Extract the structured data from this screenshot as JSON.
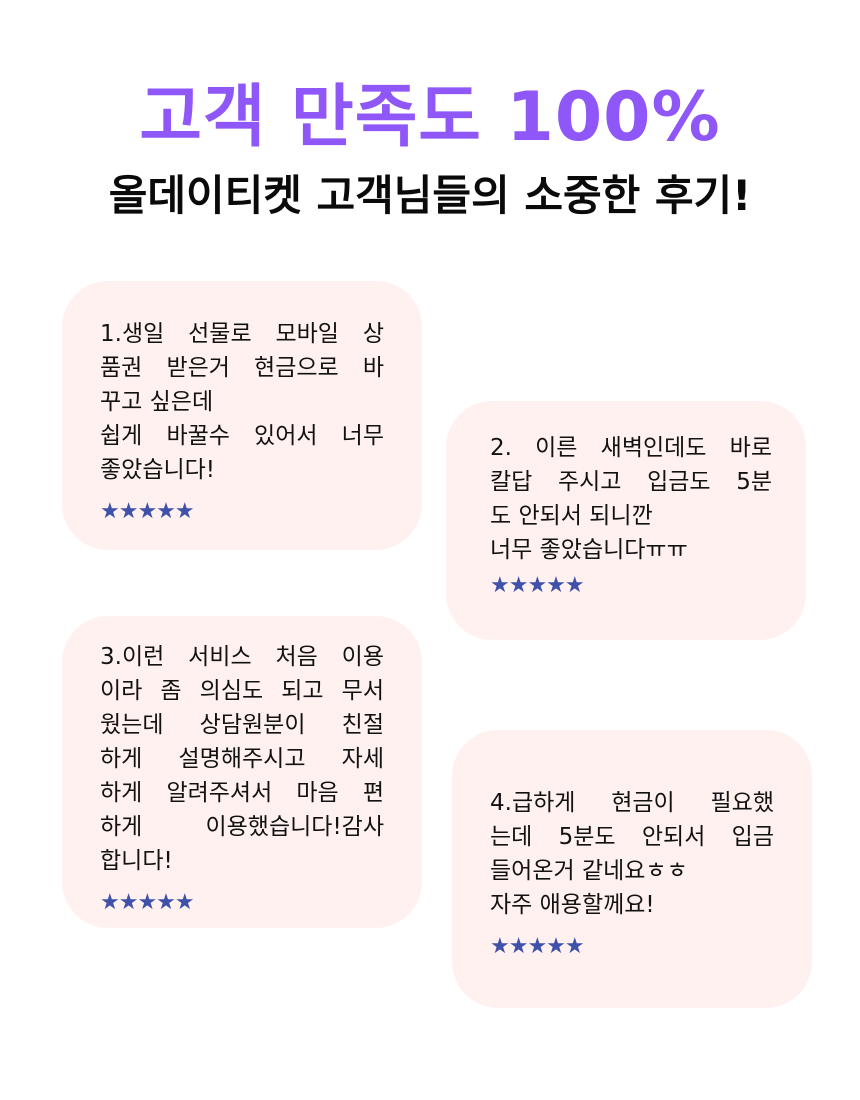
{
  "header": {
    "title": "고객 만족도 100%",
    "subtitle": "올데이티켓 고객님들의 소중한 후기!"
  },
  "colors": {
    "title": "#8f57f7",
    "subtitle": "#0a0a0a",
    "card_background": "#fff1f0",
    "stars": "#3f51a8"
  },
  "reviews": [
    {
      "number": 1,
      "lines": [
        "1.생일 선물로 모바일 상",
        "품권 받은거 현금으로 바",
        "꾸고 싶은데",
        "쉽게 바꿀수 있어서 너무",
        "좋았습니다!"
      ],
      "rating_icon": "star-icon",
      "rating": 5,
      "stars": "★★★★★"
    },
    {
      "number": 2,
      "lines": [
        "2. 이른 새벽인데도 바로",
        "칼답 주시고 입금도 5분",
        "도 안되서 되니깐",
        "너무 좋았습니다ㅠㅠ"
      ],
      "rating_icon": "star-icon",
      "rating": 5,
      "stars": "★★★★★"
    },
    {
      "number": 3,
      "lines": [
        "3.이런 서비스 처음 이용",
        "이라 좀 의심도 되고 무서",
        "웠는데 상담원분이 친절",
        "하게 설명해주시고 자세",
        "하게 알려주셔서 마음 편",
        "하게 이용했습니다!감사",
        "합니다!"
      ],
      "rating_icon": "star-icon",
      "rating": 5,
      "stars": "★★★★★"
    },
    {
      "number": 4,
      "lines": [
        "4.급하게 현금이 필요했",
        "는데 5분도 안되서 입금",
        "들어온거 같네요ㅎㅎ",
        "자주 애용할께요!"
      ],
      "rating_icon": "star-icon",
      "rating": 5,
      "stars": "★★★★★"
    }
  ]
}
